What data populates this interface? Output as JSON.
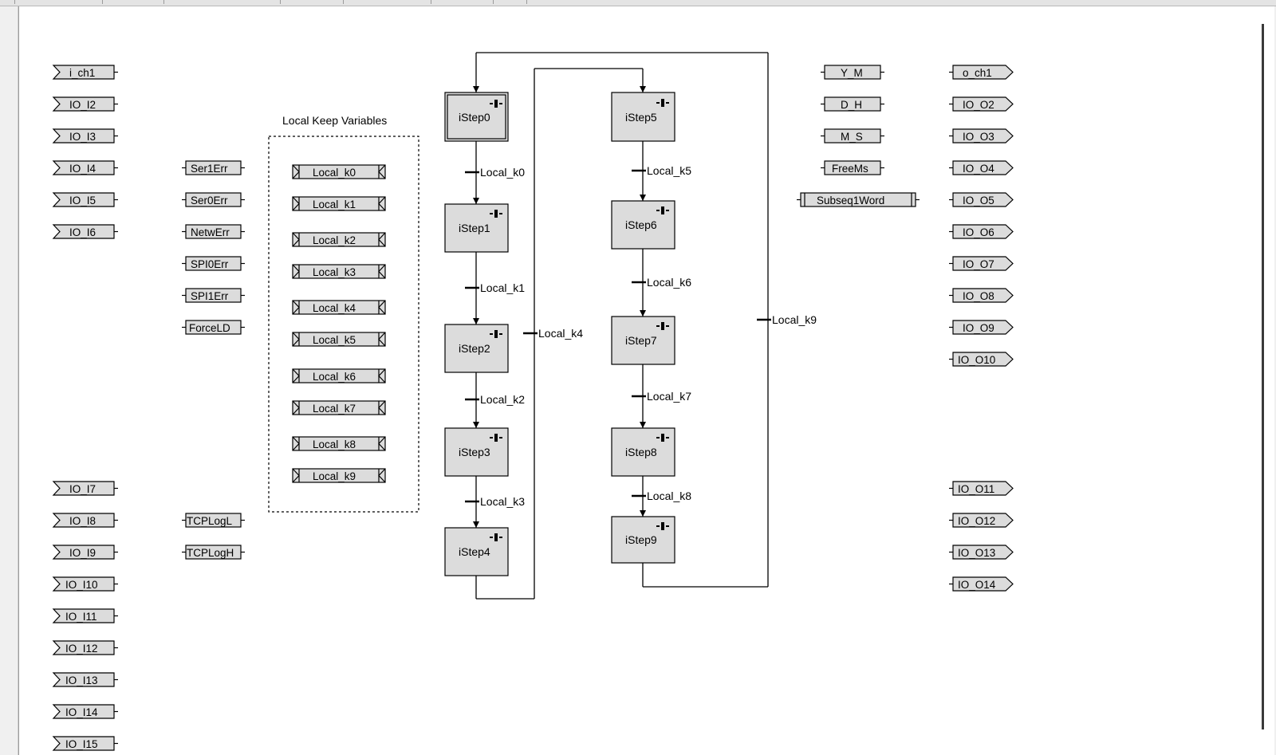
{
  "canvas": {
    "group_title": "Local Keep Variables",
    "inputs": [
      "i_ch1",
      "IO_I2",
      "IO_I3",
      "IO_I4",
      "IO_I5",
      "IO_I6",
      "IO_I7",
      "IO_I8",
      "IO_I9",
      "IO_I10",
      "IO_I11",
      "IO_I12",
      "IO_I13",
      "IO_I14",
      "IO_I15"
    ],
    "error_vars": [
      "Ser1Err",
      "Ser0Err",
      "NetwErr",
      "SPI0Err",
      "SPI1Err",
      "ForceLD",
      "TCPLogL",
      "TCPLogH"
    ],
    "keep_vars": [
      "Local_k0",
      "Local_k1",
      "Local_k2",
      "Local_k3",
      "Local_k4",
      "Local_k5",
      "Local_k6",
      "Local_k7",
      "Local_k8",
      "Local_k9"
    ],
    "steps": [
      "iStep0",
      "iStep1",
      "iStep2",
      "iStep3",
      "iStep4",
      "iStep5",
      "iStep6",
      "iStep7",
      "iStep8",
      "iStep9"
    ],
    "transitions": [
      "Local_k0",
      "Local_k1",
      "Local_k2",
      "Local_k3",
      "Local_k4",
      "Local_k5",
      "Local_k6",
      "Local_k7",
      "Local_k8",
      "Local_k9"
    ],
    "time_vars": [
      "Y_M",
      "D_H",
      "M_S",
      "FreeMs"
    ],
    "word_var": "Subseq1Word",
    "outputs": [
      "o_ch1",
      "IO_O2",
      "IO_O3",
      "IO_O4",
      "IO_O5",
      "IO_O6",
      "IO_O7",
      "IO_O8",
      "IO_O9",
      "IO_O10",
      "IO_O11",
      "IO_O12",
      "IO_O13",
      "IO_O14"
    ]
  },
  "colors": {
    "box_fill": "#dcdcdc",
    "line": "#000000",
    "canvas_bg": "#ffffff"
  }
}
